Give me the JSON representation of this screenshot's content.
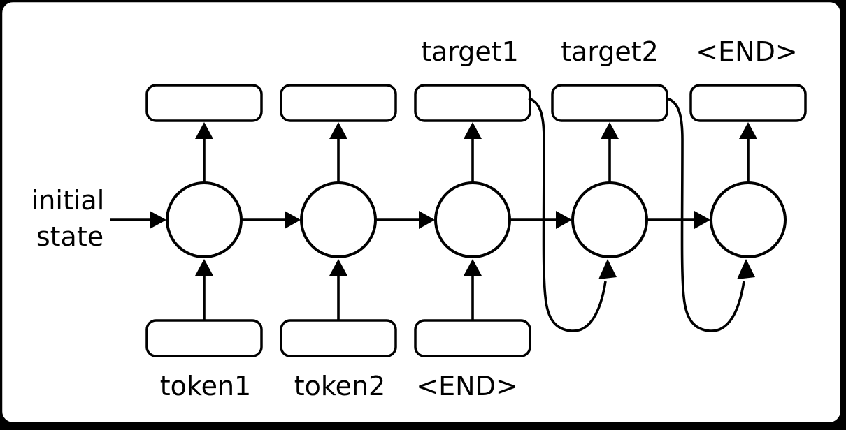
{
  "canvas": {
    "background": "#000000",
    "card_background": "#ffffff",
    "line_color": "#000000"
  },
  "diagram": {
    "kind": "recurrent-network-unrolled",
    "cell_count": 5,
    "output_box_count": 5,
    "input_box_count": 3,
    "feedback_arrow_count": 2
  },
  "labels": {
    "initial_state_line1": "initial",
    "initial_state_line2": "state",
    "outputs": [
      "target1",
      "target2",
      "<END>"
    ],
    "inputs": [
      "token1",
      "token2",
      "<END>"
    ]
  }
}
